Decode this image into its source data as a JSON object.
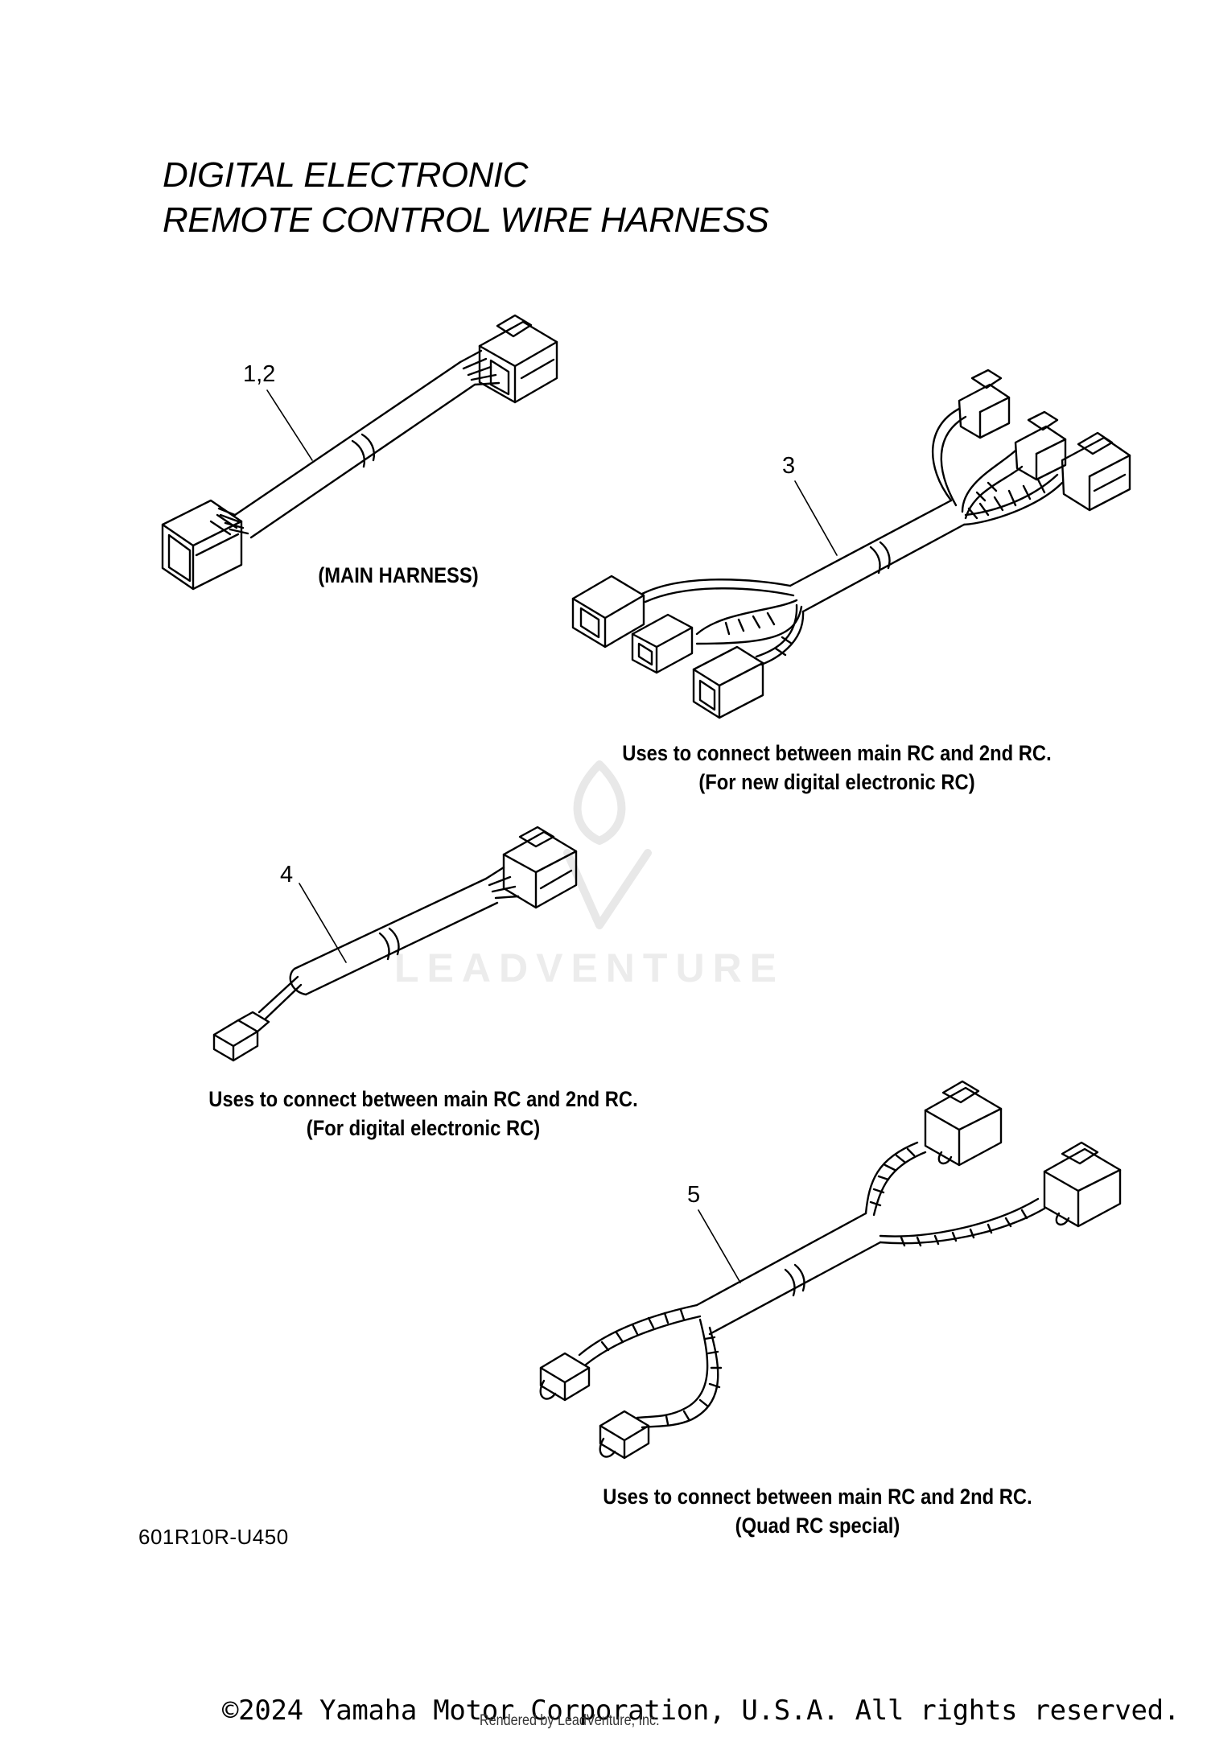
{
  "title": {
    "line1": "DIGITAL ELECTRONIC",
    "line2": "REMOTE CONTROL WIRE HARNESS"
  },
  "callouts": {
    "main": "1,2",
    "three": "3",
    "four": "4",
    "five": "5"
  },
  "captions": {
    "main_harness": "(MAIN HARNESS)",
    "harness3_line1": "Uses to connect between main RC and 2nd RC.",
    "harness3_line2": "(For new digital electronic RC)",
    "harness4_line1": "Uses to connect between main RC and 2nd RC.",
    "harness4_line2": "(For digital electronic RC)",
    "harness5_line1": "Uses to connect between main RC and 2nd RC.",
    "harness5_line2": "(Quad RC special)"
  },
  "part_code": "601R10R-U450",
  "watermark": "LEADVENTURE",
  "footer": {
    "copyright": "©2024 Yamaha Motor Corporation, U.S.A. All rights reserved.",
    "rendered_by": "Rendered by LeadVenture, Inc."
  }
}
